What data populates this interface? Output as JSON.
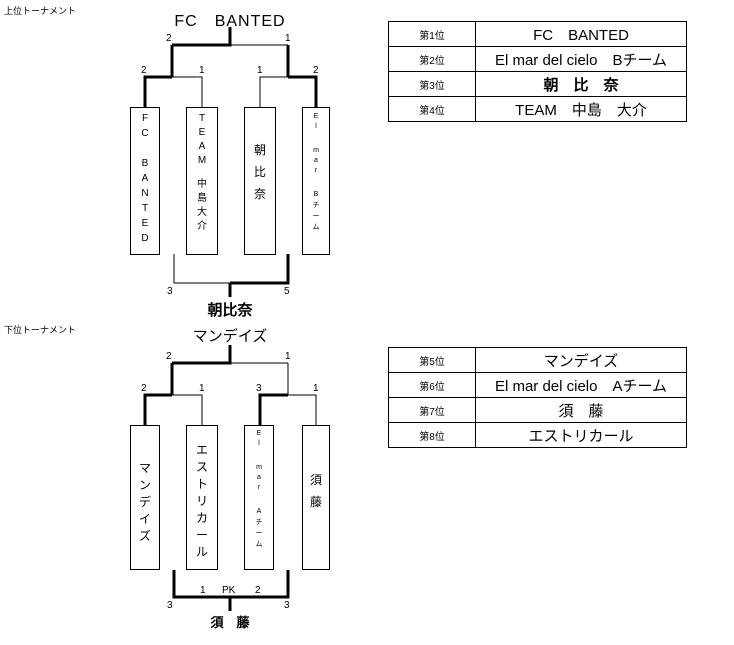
{
  "upper": {
    "label": "上位トーナメント",
    "champion": "FC　BANTED",
    "final_scores": [
      "2",
      "1"
    ],
    "semi_left_scores": [
      "2",
      "1"
    ],
    "semi_right_scores": [
      "1",
      "2"
    ],
    "teams": [
      {
        "chars": [
          "F",
          "C",
          "",
          "B",
          "A",
          "N",
          "T",
          "E",
          "D"
        ]
      },
      {
        "chars": [
          "T",
          "E",
          "A",
          "M",
          "",
          "中",
          "島",
          "大",
          "介"
        ]
      },
      {
        "chars": [
          "朝",
          "比",
          "奈"
        ]
      },
      {
        "chars": [
          "E",
          "l",
          "",
          "m",
          "a",
          "r",
          "",
          "B",
          "チ",
          "ー",
          "ム"
        ]
      }
    ],
    "third_place_scores": [
      "3",
      "5"
    ],
    "third_place_winner": "朝比奈"
  },
  "upper_ranking": [
    {
      "place": "第1位",
      "team": "FC　BANTED"
    },
    {
      "place": "第2位",
      "team": "El mar del cielo　Bチーム"
    },
    {
      "place": "第3位",
      "team": "朝　比　奈"
    },
    {
      "place": "第4位",
      "team": "TEAM　中島　大介"
    }
  ],
  "lower": {
    "label": "下位トーナメント",
    "champion": "マンデイズ",
    "final_scores": [
      "2",
      "1"
    ],
    "semi_left_scores": [
      "2",
      "1"
    ],
    "semi_right_scores": [
      "3",
      "1"
    ],
    "teams": [
      {
        "chars": [
          "マ",
          "ン",
          "デ",
          "イ",
          "ズ"
        ]
      },
      {
        "chars": [
          "エ",
          "ス",
          "ト",
          "リ",
          "カ",
          "ー",
          "ル"
        ]
      },
      {
        "chars": [
          "E",
          "l",
          "",
          "m",
          "a",
          "r",
          "",
          "A",
          "チ",
          "ー",
          "ム"
        ]
      },
      {
        "chars": [
          "須",
          "藤"
        ]
      }
    ],
    "third_place_scores": [
      "3",
      "3"
    ],
    "pk": {
      "left": "1",
      "label": "PK",
      "right": "2"
    },
    "third_place_winner": "須　藤"
  },
  "lower_ranking": [
    {
      "place": "第5位",
      "team": "マンデイズ"
    },
    {
      "place": "第6位",
      "team": "El mar del cielo　Aチーム"
    },
    {
      "place": "第7位",
      "team": "須　藤"
    },
    {
      "place": "第8位",
      "team": "エストリカール"
    }
  ]
}
